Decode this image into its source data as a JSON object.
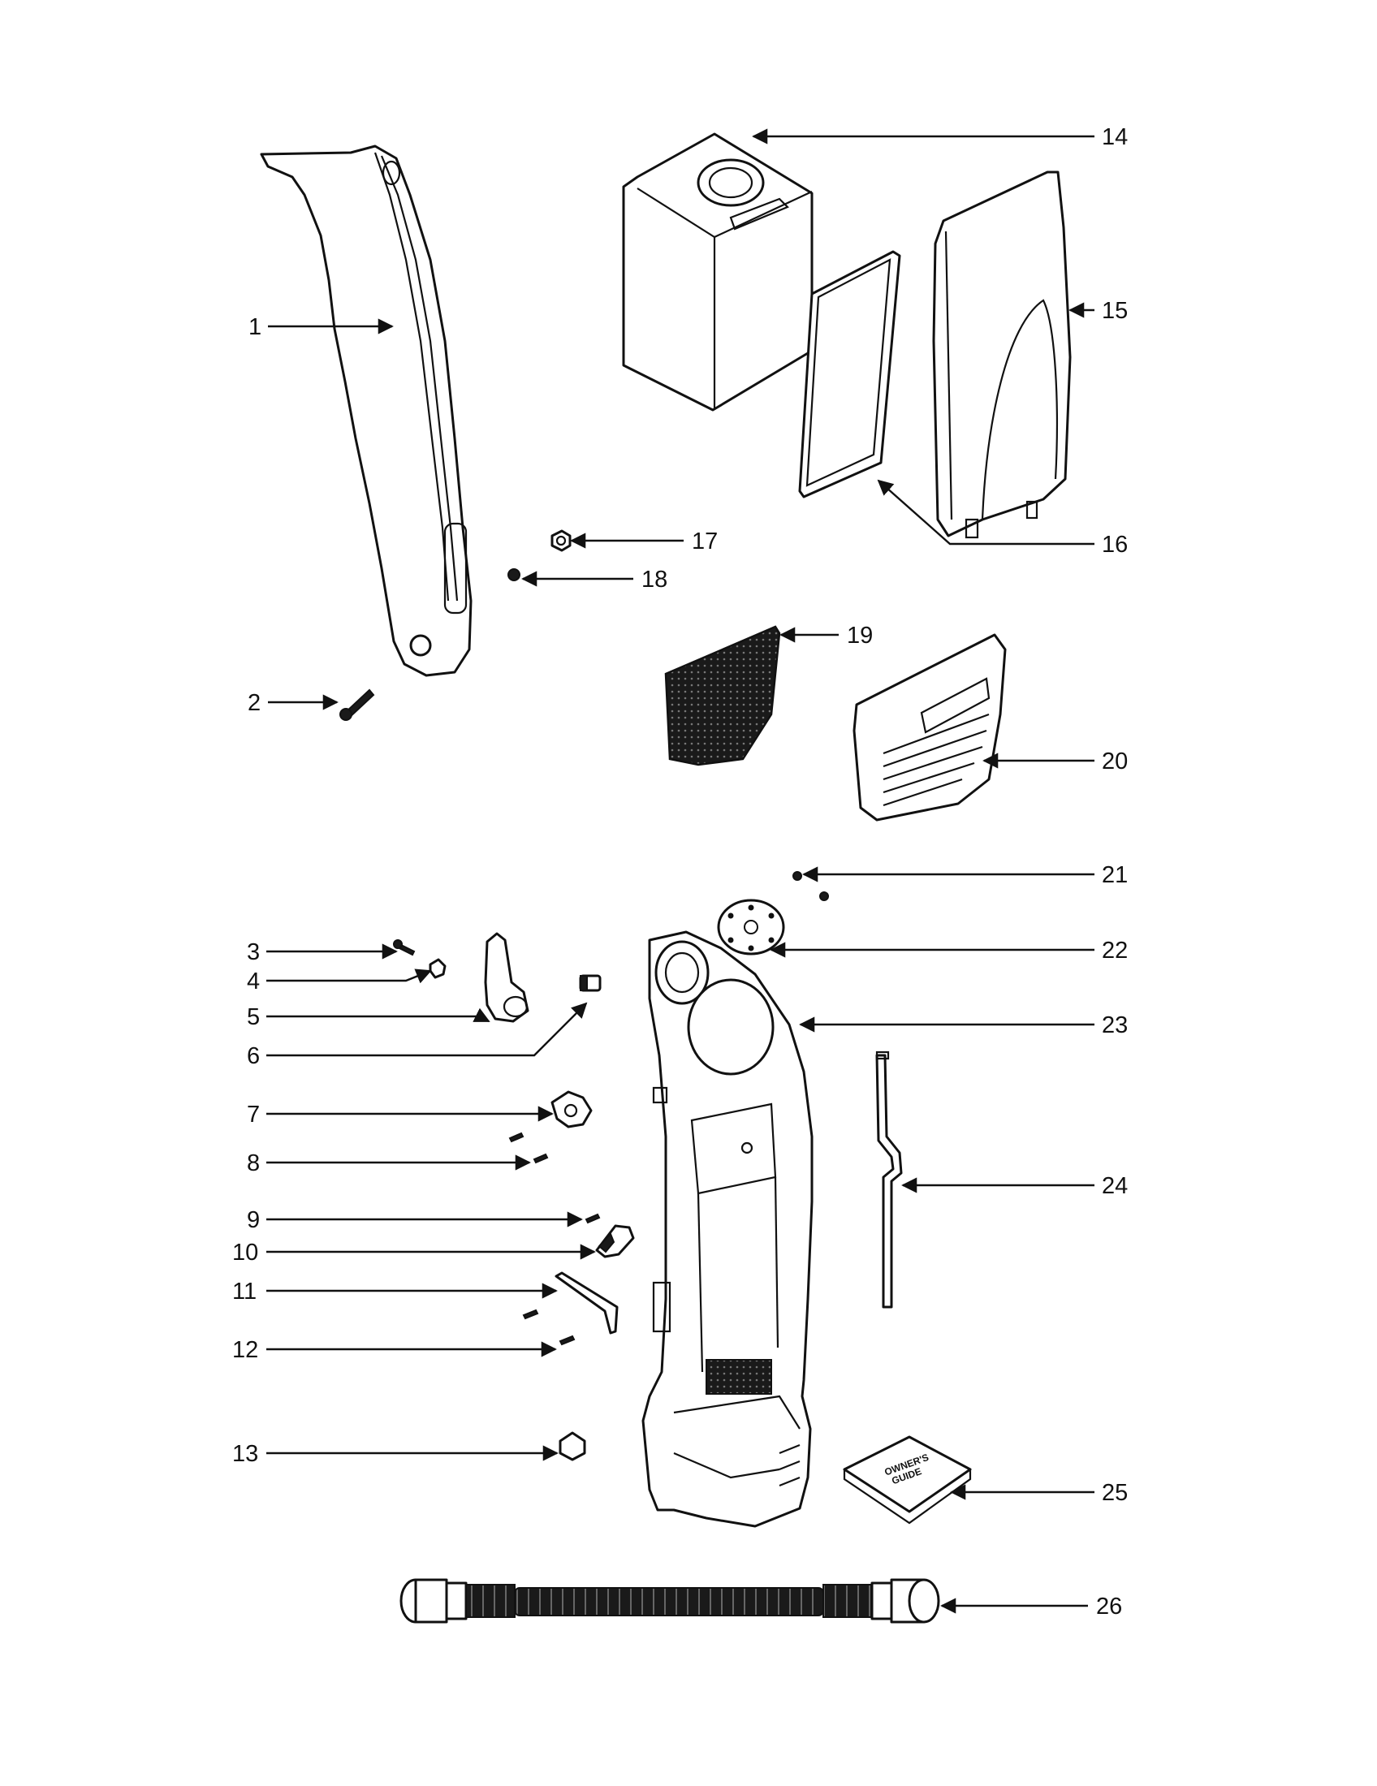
{
  "callouts": [
    {
      "id": "1",
      "label": "1"
    },
    {
      "id": "2",
      "label": "2"
    },
    {
      "id": "3",
      "label": "3"
    },
    {
      "id": "4",
      "label": "4"
    },
    {
      "id": "5",
      "label": "5"
    },
    {
      "id": "6",
      "label": "6"
    },
    {
      "id": "7",
      "label": "7"
    },
    {
      "id": "8",
      "label": "8"
    },
    {
      "id": "9",
      "label": "9"
    },
    {
      "id": "10",
      "label": "10"
    },
    {
      "id": "11",
      "label": "11"
    },
    {
      "id": "12",
      "label": "12"
    },
    {
      "id": "13",
      "label": "13"
    },
    {
      "id": "14",
      "label": "14"
    },
    {
      "id": "15",
      "label": "15"
    },
    {
      "id": "16",
      "label": "16"
    },
    {
      "id": "17",
      "label": "17"
    },
    {
      "id": "18",
      "label": "18"
    },
    {
      "id": "19",
      "label": "19"
    },
    {
      "id": "20",
      "label": "20"
    },
    {
      "id": "21",
      "label": "21"
    },
    {
      "id": "22",
      "label": "22"
    },
    {
      "id": "23",
      "label": "23"
    },
    {
      "id": "24",
      "label": "24"
    },
    {
      "id": "25",
      "label": "25"
    },
    {
      "id": "26",
      "label": "26"
    }
  ],
  "guide_book": {
    "line1": "OWNER'S",
    "line2": "GUIDE"
  },
  "colors": {
    "ink": "#111111",
    "paper": "#ffffff"
  }
}
